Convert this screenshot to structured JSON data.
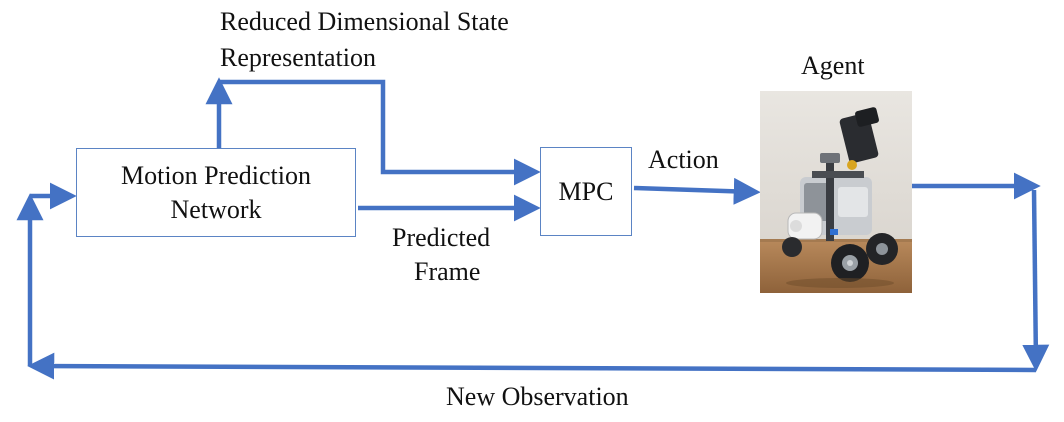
{
  "nodes": {
    "motion_prediction_network": {
      "line1": "Motion Prediction",
      "line2": "Network"
    },
    "mpc": {
      "label": "MPC"
    },
    "agent": {
      "label": "Agent",
      "image": "lego-robot-photo"
    }
  },
  "edges": {
    "reduced_state": {
      "line1": "Reduced Dimensional State",
      "line2": "Representation"
    },
    "predicted_frame": {
      "line1": "Predicted",
      "line2": "Frame"
    },
    "action": {
      "label": "Action"
    },
    "new_observation": {
      "label": "New Observation"
    }
  },
  "colors": {
    "arrow": "#4472c4",
    "box_border": "#5b84c4",
    "text": "#111111"
  }
}
